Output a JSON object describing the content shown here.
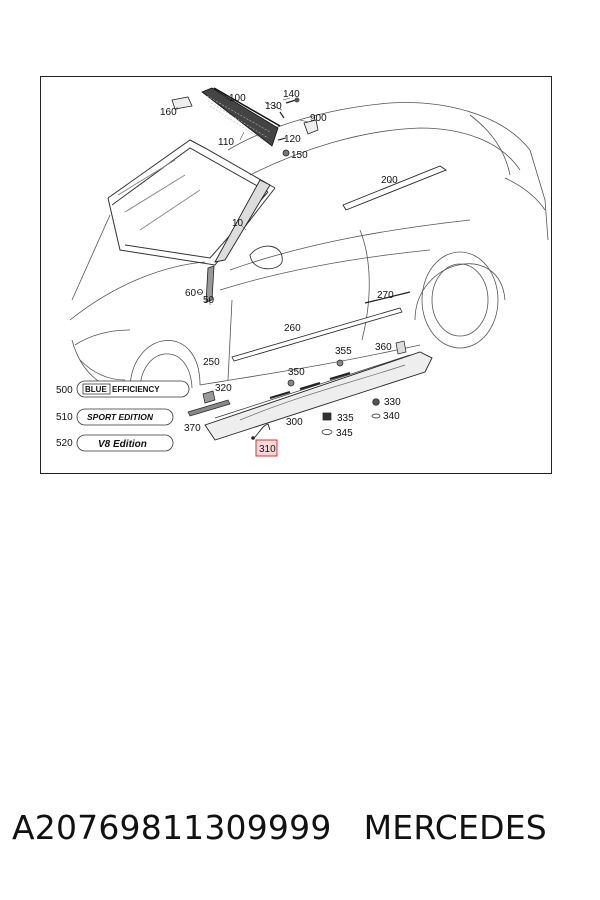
{
  "diagram": {
    "callouts": {
      "c10": "10",
      "c50": "50",
      "c60": "60",
      "c100": "100",
      "c110": "110",
      "c120": "120",
      "c130": "130",
      "c140": "140",
      "c150": "150",
      "c160": "160",
      "c200": "200",
      "c250": "250",
      "c260": "260",
      "c270": "270",
      "c300": "300",
      "c310": "310",
      "c320": "320",
      "c330": "330",
      "c335": "335",
      "c340": "340",
      "c345": "345",
      "c350": "350",
      "c355": "355",
      "c360": "360",
      "c370": "370",
      "c900": "900",
      "c500": "500",
      "c510": "510",
      "c520": "520"
    },
    "emblems": {
      "blue": "BLUE",
      "efficiency": "EFFICIENCY",
      "sport": "SPORT EDITION",
      "v8": "V8 Edition"
    },
    "highlight_color": "#e03030"
  },
  "footer": {
    "part_number": "A20769811309999",
    "brand": "MERCEDES"
  }
}
